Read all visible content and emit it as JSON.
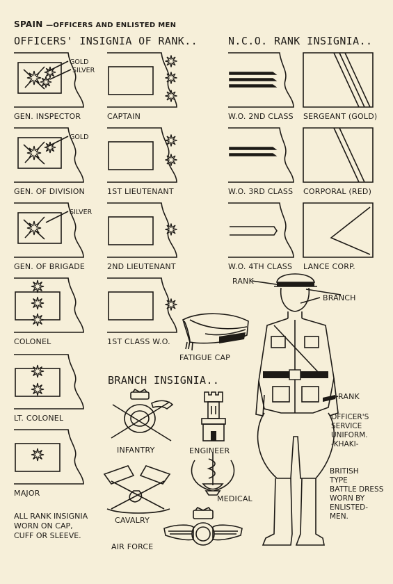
{
  "header": {
    "country": "SPAIN",
    "subtitle": "—OFFICERS AND ENLISTED MEN"
  },
  "sections": {
    "officers_title": "OFFICERS' INSIGNIA OF RANK..",
    "nco_title": "N.C.O. RANK INSIGNIA..",
    "branch_title": "BRANCH INSIGNIA.."
  },
  "officer_ranks": [
    {
      "label": "GEN. INSPECTOR",
      "stars": 3,
      "callouts": [
        "GOLD",
        "SILVER"
      ]
    },
    {
      "label": "CAPTAIN",
      "stars": 3
    },
    {
      "label": "GEN. OF DIVISION",
      "stars": 2,
      "callouts": [
        "GOLD"
      ]
    },
    {
      "label": "1ST LIEUTENANT",
      "stars": 2
    },
    {
      "label": "GEN. OF BRIGADE",
      "stars": 1,
      "callouts": [
        "SILVER"
      ]
    },
    {
      "label": "2ND LIEUTENANT",
      "stars": 1
    },
    {
      "label": "COLONEL",
      "stars": 3
    },
    {
      "label": "1ST CLASS W.O.",
      "stars": 1
    },
    {
      "label": "LT. COLONEL",
      "stars": 2
    },
    {
      "label": "MAJOR",
      "stars": 1
    }
  ],
  "nco_ranks": [
    {
      "label": "W.O. 2ND CLASS"
    },
    {
      "label": "SERGEANT (GOLD)"
    },
    {
      "label": "W.O. 3RD CLASS"
    },
    {
      "label": "CORPORAL (RED)"
    },
    {
      "label": "W.O. 4TH CLASS"
    },
    {
      "label": "LANCE CORP."
    }
  ],
  "branches": [
    {
      "label": "INFANTRY"
    },
    {
      "label": "ENGINEER"
    },
    {
      "label": "CAVALRY"
    },
    {
      "label": "MEDICAL"
    },
    {
      "label": "AIR FORCE"
    }
  ],
  "cap_label": "FATIGUE CAP",
  "figure_labels": {
    "rank_top": "RANK",
    "branch": "BRANCH",
    "rank_cuff": "RANK",
    "uniform": "OFFICER'S\nSERVICE\nUNIFORM.\n-KHAKI-",
    "battle_dress": "BRITISH\nTYPE\nBATTLE DRESS\nWORN BY\nENLISTED-\nMEN."
  },
  "footnote": "ALL RANK INSIGNIA\nWORN ON CAP,\nCUFF OR SLEEVE.",
  "colors": {
    "paper": "#f6efd9",
    "ink": "#1d1a16"
  }
}
